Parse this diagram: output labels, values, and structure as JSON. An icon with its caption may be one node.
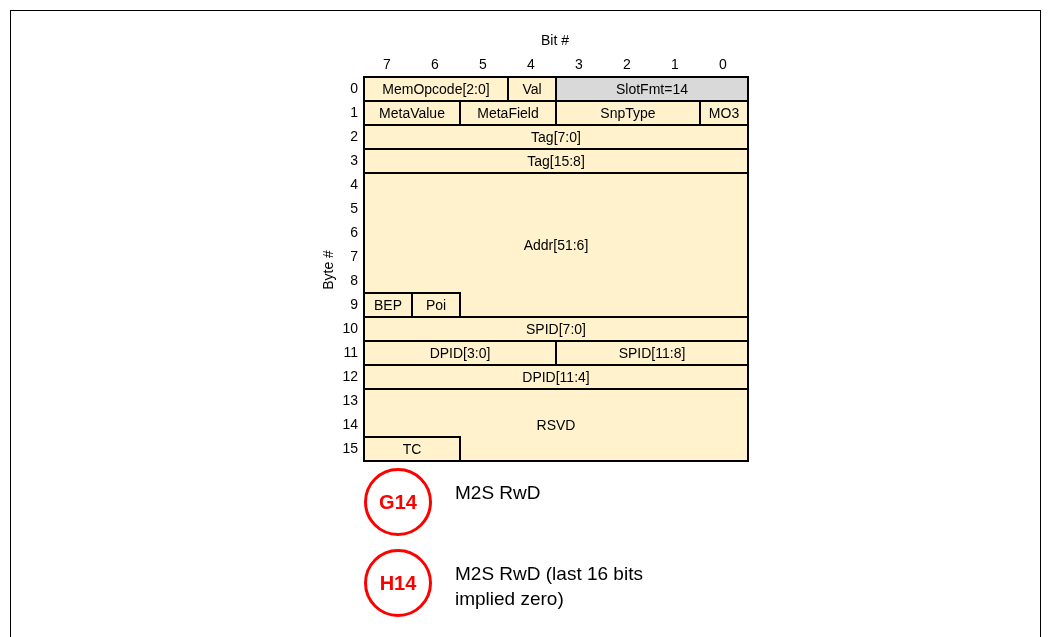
{
  "diagram": {
    "nodes": [
      {
        "text": [
          "MemOpcode[2:0]"
        ]
      },
      {
        "text": [
          "Val"
        ]
      },
      {
        "text": [
          "SlotFmt=14"
        ]
      },
      {
        "text": [
          "MetaValue"
        ]
      },
      {
        "text": [
          "MetaField"
        ]
      },
      {
        "text": [
          "SnpType"
        ]
      },
      {
        "text": [
          "MO3"
        ]
      },
      {
        "text": [
          "Tag[7:0]"
        ]
      },
      {
        "text": [
          "Tag[15:8]"
        ]
      },
      {
        "text": [
          "Addr[51:6]"
        ]
      },
      {
        "text": [
          "BEP"
        ],
        "in": 9
      },
      {
        "text": [
          "Poi"
        ],
        "in": 9
      },
      {
        "text": [
          "SPID[7:0]"
        ]
      },
      {
        "text": [
          "DPID[3:0]"
        ]
      },
      {
        "text": [
          "SPID[11:8]"
        ]
      },
      {
        "text": [
          "DPID[11:4]"
        ]
      },
      {
        "text": [
          "RSVD"
        ]
      },
      {
        "text": [
          "TC"
        ],
        "in": 16
      },
      {
        "text": [
          "G14"
        ],
        "beside": [
          "M2S RwD"
        ]
      },
      {
        "text": [
          "H14"
        ],
        "beside": [
          "M2S RwD (last 16 bits implied zero)"
        ]
      }
    ],
    "edges": [],
    "labels": [
      "Bit #",
      "7",
      "6",
      "5",
      "4",
      "3",
      "2",
      "1",
      "0",
      "Byte #",
      "0",
      "1",
      "2",
      "3",
      "4",
      "5",
      "6",
      "7",
      "8",
      "9",
      "10",
      "11",
      "12",
      "13",
      "14",
      "15"
    ]
  }
}
